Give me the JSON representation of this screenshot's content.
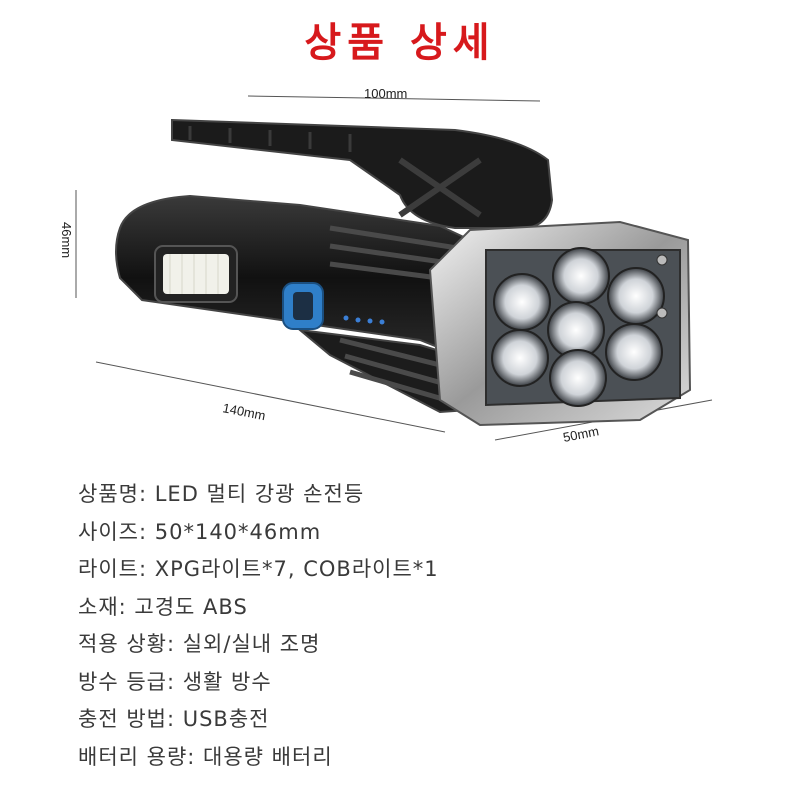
{
  "title": "상품 상세",
  "dimensions": {
    "width": "100mm",
    "height": "46mm",
    "length": "140mm",
    "depth": "50mm"
  },
  "specs": [
    {
      "label": "상품명",
      "value": "LED 멀티 강광 손전등"
    },
    {
      "label": "사이즈",
      "value": "50*140*46mm"
    },
    {
      "label": "라이트",
      "value": "XPG라이트*7, COB라이트*1"
    },
    {
      "label": "소재",
      "value": "고경도 ABS"
    },
    {
      "label": "적용 상황",
      "value": "실외/실내 조명"
    },
    {
      "label": "방수 등급",
      "value": "생활 방수"
    },
    {
      "label": "충전 방법",
      "value": "USB충전"
    },
    {
      "label": "배터리 용량",
      "value": "대용량 배터리"
    }
  ],
  "colors": {
    "title": "#d7191c",
    "body_text": "#3a3a3a",
    "product_body": "#1a1a1a",
    "button_accent": "#2f7fc9"
  },
  "icons": [
    "flashlight-product-image"
  ]
}
